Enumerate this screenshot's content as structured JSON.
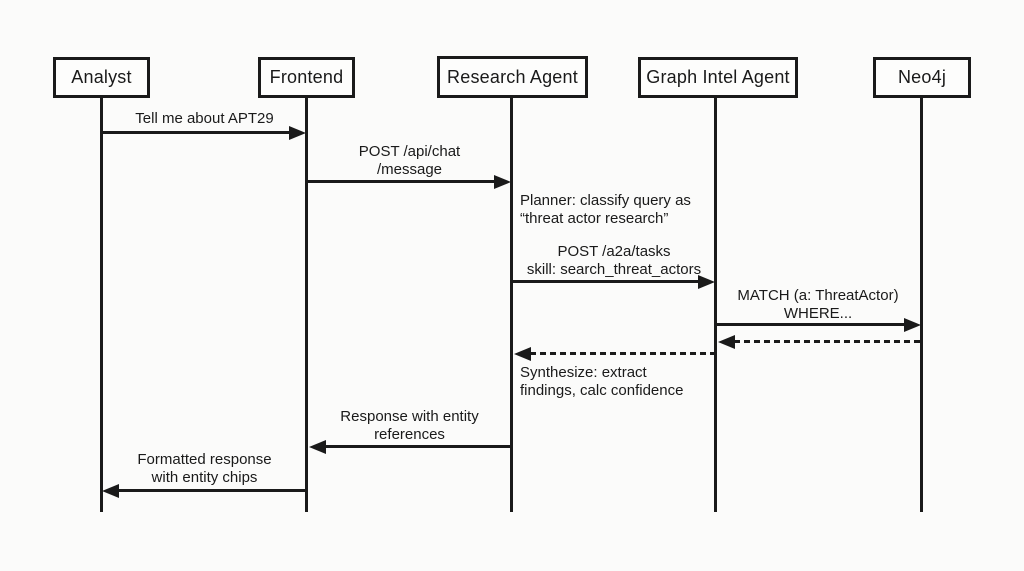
{
  "canvas": {
    "background": "#fbfbfa",
    "line_color": "#1a1a1a",
    "text_color": "#1a1a1a",
    "box_fill": "#fdfdfc"
  },
  "diagram": {
    "type": "sequence",
    "participants": [
      {
        "id": "analyst",
        "label": "Analyst"
      },
      {
        "id": "frontend",
        "label": "Frontend"
      },
      {
        "id": "research-agent",
        "label": "Research Agent"
      },
      {
        "id": "graph-intel-agent",
        "label": "Graph Intel Agent"
      },
      {
        "id": "neo4j",
        "label": "Neo4j"
      }
    ],
    "messages": [
      {
        "from": "Analyst",
        "to": "Frontend",
        "line": "solid",
        "label": "Tell me about APT29"
      },
      {
        "from": "Frontend",
        "to": "Research Agent",
        "line": "solid",
        "label": "POST /api/chat\n/message"
      },
      {
        "from": "Research Agent",
        "to": "Graph Intel Agent",
        "line": "solid",
        "label": "POST /a2a/tasks\nskill: search_threat_actors"
      },
      {
        "from": "Graph Intel Agent",
        "to": "Neo4j",
        "line": "solid",
        "label": "MATCH (a: ThreatActor)\nWHERE..."
      },
      {
        "from": "Neo4j",
        "to": "Graph Intel Agent",
        "line": "dashed",
        "label": ""
      },
      {
        "from": "Graph Intel Agent",
        "to": "Research Agent",
        "line": "dashed",
        "label": ""
      },
      {
        "from": "Research Agent",
        "to": "Frontend",
        "line": "solid",
        "label": "Response with entity\nreferences"
      },
      {
        "from": "Frontend",
        "to": "Analyst",
        "line": "solid",
        "label": "Formatted response\nwith entity chips"
      }
    ],
    "notes": [
      {
        "owner": "Research Agent",
        "label": "Planner: classify query as\n“threat actor research”"
      },
      {
        "owner": "Research Agent",
        "label": "Synthesize: extract\nfindings, calc confidence"
      }
    ]
  }
}
